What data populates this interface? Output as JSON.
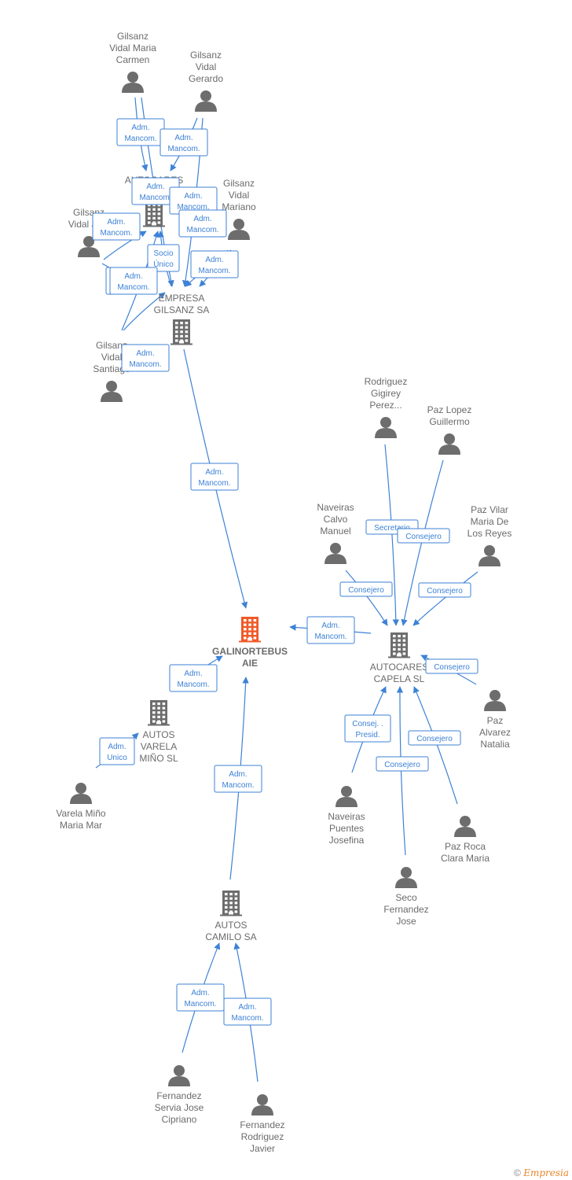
{
  "nodes": [
    {
      "id": "galinortebus",
      "type": "company",
      "main": true,
      "label": [
        "GALINORTEBUS",
        "AIE"
      ]
    },
    {
      "id": "empresa_gilsanz",
      "type": "company",
      "label": [
        "EMPRESA",
        "GILSANZ SA"
      ]
    },
    {
      "id": "autocares_re",
      "type": "company",
      "label": [
        "AUTOCARES",
        "RE..."
      ]
    },
    {
      "id": "autocares_capela",
      "type": "company",
      "label": [
        "AUTOCARES",
        "CAPELA SL"
      ]
    },
    {
      "id": "autos_varela",
      "type": "company",
      "label": [
        "AUTOS",
        "VARELA",
        "MIÑO SL"
      ]
    },
    {
      "id": "autos_camilo",
      "type": "company",
      "label": [
        "AUTOS",
        "CAMILO SA"
      ]
    },
    {
      "id": "gilsanz_carmen",
      "type": "person",
      "label": [
        "Gilsanz",
        "Vidal Maria",
        "Carmen"
      ]
    },
    {
      "id": "gilsanz_gerardo",
      "type": "person",
      "label": [
        "Gilsanz",
        "Vidal",
        "Gerardo"
      ]
    },
    {
      "id": "gilsanz_mariano",
      "type": "person",
      "label": [
        "Gilsanz",
        "Vidal",
        "Mariano"
      ]
    },
    {
      "id": "gilsanz_ju",
      "type": "person",
      "label": [
        "Gilsanz",
        "Vidal Ju..."
      ]
    },
    {
      "id": "gilsanz_santiago",
      "type": "person",
      "label": [
        "Gilsanz",
        "Vidal",
        "Santiago"
      ]
    },
    {
      "id": "rodriguez",
      "type": "person",
      "label": [
        "Rodriguez",
        "Gigirey",
        "Perez..."
      ]
    },
    {
      "id": "paz_guillermo",
      "type": "person",
      "label": [
        "Paz Lopez",
        "Guillermo"
      ]
    },
    {
      "id": "naveiras_calvo",
      "type": "person",
      "label": [
        "Naveiras",
        "Calvo",
        "Manuel"
      ]
    },
    {
      "id": "paz_vilar",
      "type": "person",
      "label": [
        "Paz Vilar",
        "Maria De",
        "Los Reyes"
      ]
    },
    {
      "id": "paz_alvarez",
      "type": "person",
      "label": [
        "Paz",
        "Alvarez",
        "Natalia"
      ]
    },
    {
      "id": "naveiras_puentes",
      "type": "person",
      "label": [
        "Naveiras",
        "Puentes",
        "Josefina"
      ]
    },
    {
      "id": "paz_roca",
      "type": "person",
      "label": [
        "Paz Roca",
        "Clara Maria"
      ]
    },
    {
      "id": "seco",
      "type": "person",
      "label": [
        "Seco",
        "Fernandez",
        "Jose"
      ]
    },
    {
      "id": "varela_mar",
      "type": "person",
      "label": [
        "Varela Miño",
        "Maria Mar"
      ]
    },
    {
      "id": "fernandez_servia",
      "type": "person",
      "label": [
        "Fernandez",
        "Servia Jose",
        "Cipriano"
      ]
    },
    {
      "id": "fernandez_rodriguez",
      "type": "person",
      "label": [
        "Fernandez",
        "Rodriguez",
        "Javier"
      ]
    }
  ],
  "edges": [
    {
      "label": [
        "Adm.",
        "Mancom."
      ],
      "from": "empresa_gilsanz",
      "to": "galinortebus"
    },
    {
      "label": [
        "Adm.",
        "Mancom."
      ],
      "from": "autocares_capela",
      "to": "galinortebus"
    },
    {
      "label": [
        "Adm.",
        "Mancom."
      ],
      "from": "autos_varela",
      "to": "galinortebus"
    },
    {
      "label": [
        "Adm.",
        "Mancom."
      ],
      "from": "autos_camilo",
      "to": "galinortebus"
    },
    {
      "label": [
        "Adm.",
        "Mancom."
      ],
      "from": "gilsanz_carmen",
      "to": "autocares_re"
    },
    {
      "label": [
        "Adm.",
        "Mancom."
      ],
      "from": "gilsanz_gerardo",
      "to": "autocares_re"
    },
    {
      "label": [
        "Adm.",
        "Mancom."
      ],
      "from": "gilsanz_carmen",
      "to": "empresa_gilsanz"
    },
    {
      "label": [
        "Adm.",
        "Mancom."
      ],
      "from": "gilsanz_gerardo",
      "to": "empresa_gilsanz"
    },
    {
      "label": [
        "Adm.",
        "Mancom."
      ],
      "from": "gilsanz_mariano",
      "to": "autocares_re"
    },
    {
      "label": [
        "Adm.",
        "Mancom."
      ],
      "from": "gilsanz_mariano",
      "to": "empresa_gilsanz"
    },
    {
      "label": [
        "Adm.",
        "Mancom."
      ],
      "from": "gilsanz_ju",
      "to": "autocares_re"
    },
    {
      "label": [
        "Adm.",
        "Mancom."
      ],
      "from": "gilsanz_ju",
      "to": "empresa_gilsanz"
    },
    {
      "label": [
        "Socio",
        "Único"
      ],
      "from": "empresa_gilsanz",
      "to": "autocares_re"
    },
    {
      "label": [
        "Adm.",
        "Mancom."
      ],
      "from": "gilsanz_santiago",
      "to": "autocares_re"
    },
    {
      "label": [
        "Adm.",
        "Mancom."
      ],
      "from": "gilsanz_santiago",
      "to": "empresa_gilsanz"
    },
    {
      "label": [
        "Secretario"
      ],
      "from": "rodriguez",
      "to": "autocares_capela"
    },
    {
      "label": [
        "Consejero"
      ],
      "from": "paz_guillermo",
      "to": "autocares_capela"
    },
    {
      "label": [
        "Consejero"
      ],
      "from": "naveiras_calvo",
      "to": "autocares_capela"
    },
    {
      "label": [
        "Consejero"
      ],
      "from": "paz_vilar",
      "to": "autocares_capela"
    },
    {
      "label": [
        "Consejero"
      ],
      "from": "paz_alvarez",
      "to": "autocares_capela"
    },
    {
      "label": [
        "Consej. .",
        "Presid."
      ],
      "from": "naveiras_puentes",
      "to": "autocares_capela"
    },
    {
      "label": [
        "Consejero"
      ],
      "from": "paz_roca",
      "to": "autocares_capela"
    },
    {
      "label": [
        "Consejero"
      ],
      "from": "seco",
      "to": "autocares_capela"
    },
    {
      "label": [
        "Adm.",
        "Unico"
      ],
      "from": "varela_mar",
      "to": "autos_varela"
    },
    {
      "label": [
        "Adm.",
        "Mancom."
      ],
      "from": "fernandez_servia",
      "to": "autos_camilo"
    },
    {
      "label": [
        "Adm.",
        "Mancom."
      ],
      "from": "fernandez_rodriguez",
      "to": "autos_camilo"
    }
  ],
  "footer": {
    "copyright": "©",
    "brand": "Empresia"
  },
  "colors": {
    "edge": "#3d82d6",
    "main_company": "#f05a28",
    "company": "#6d6d6d",
    "person": "#6d6d6d"
  }
}
